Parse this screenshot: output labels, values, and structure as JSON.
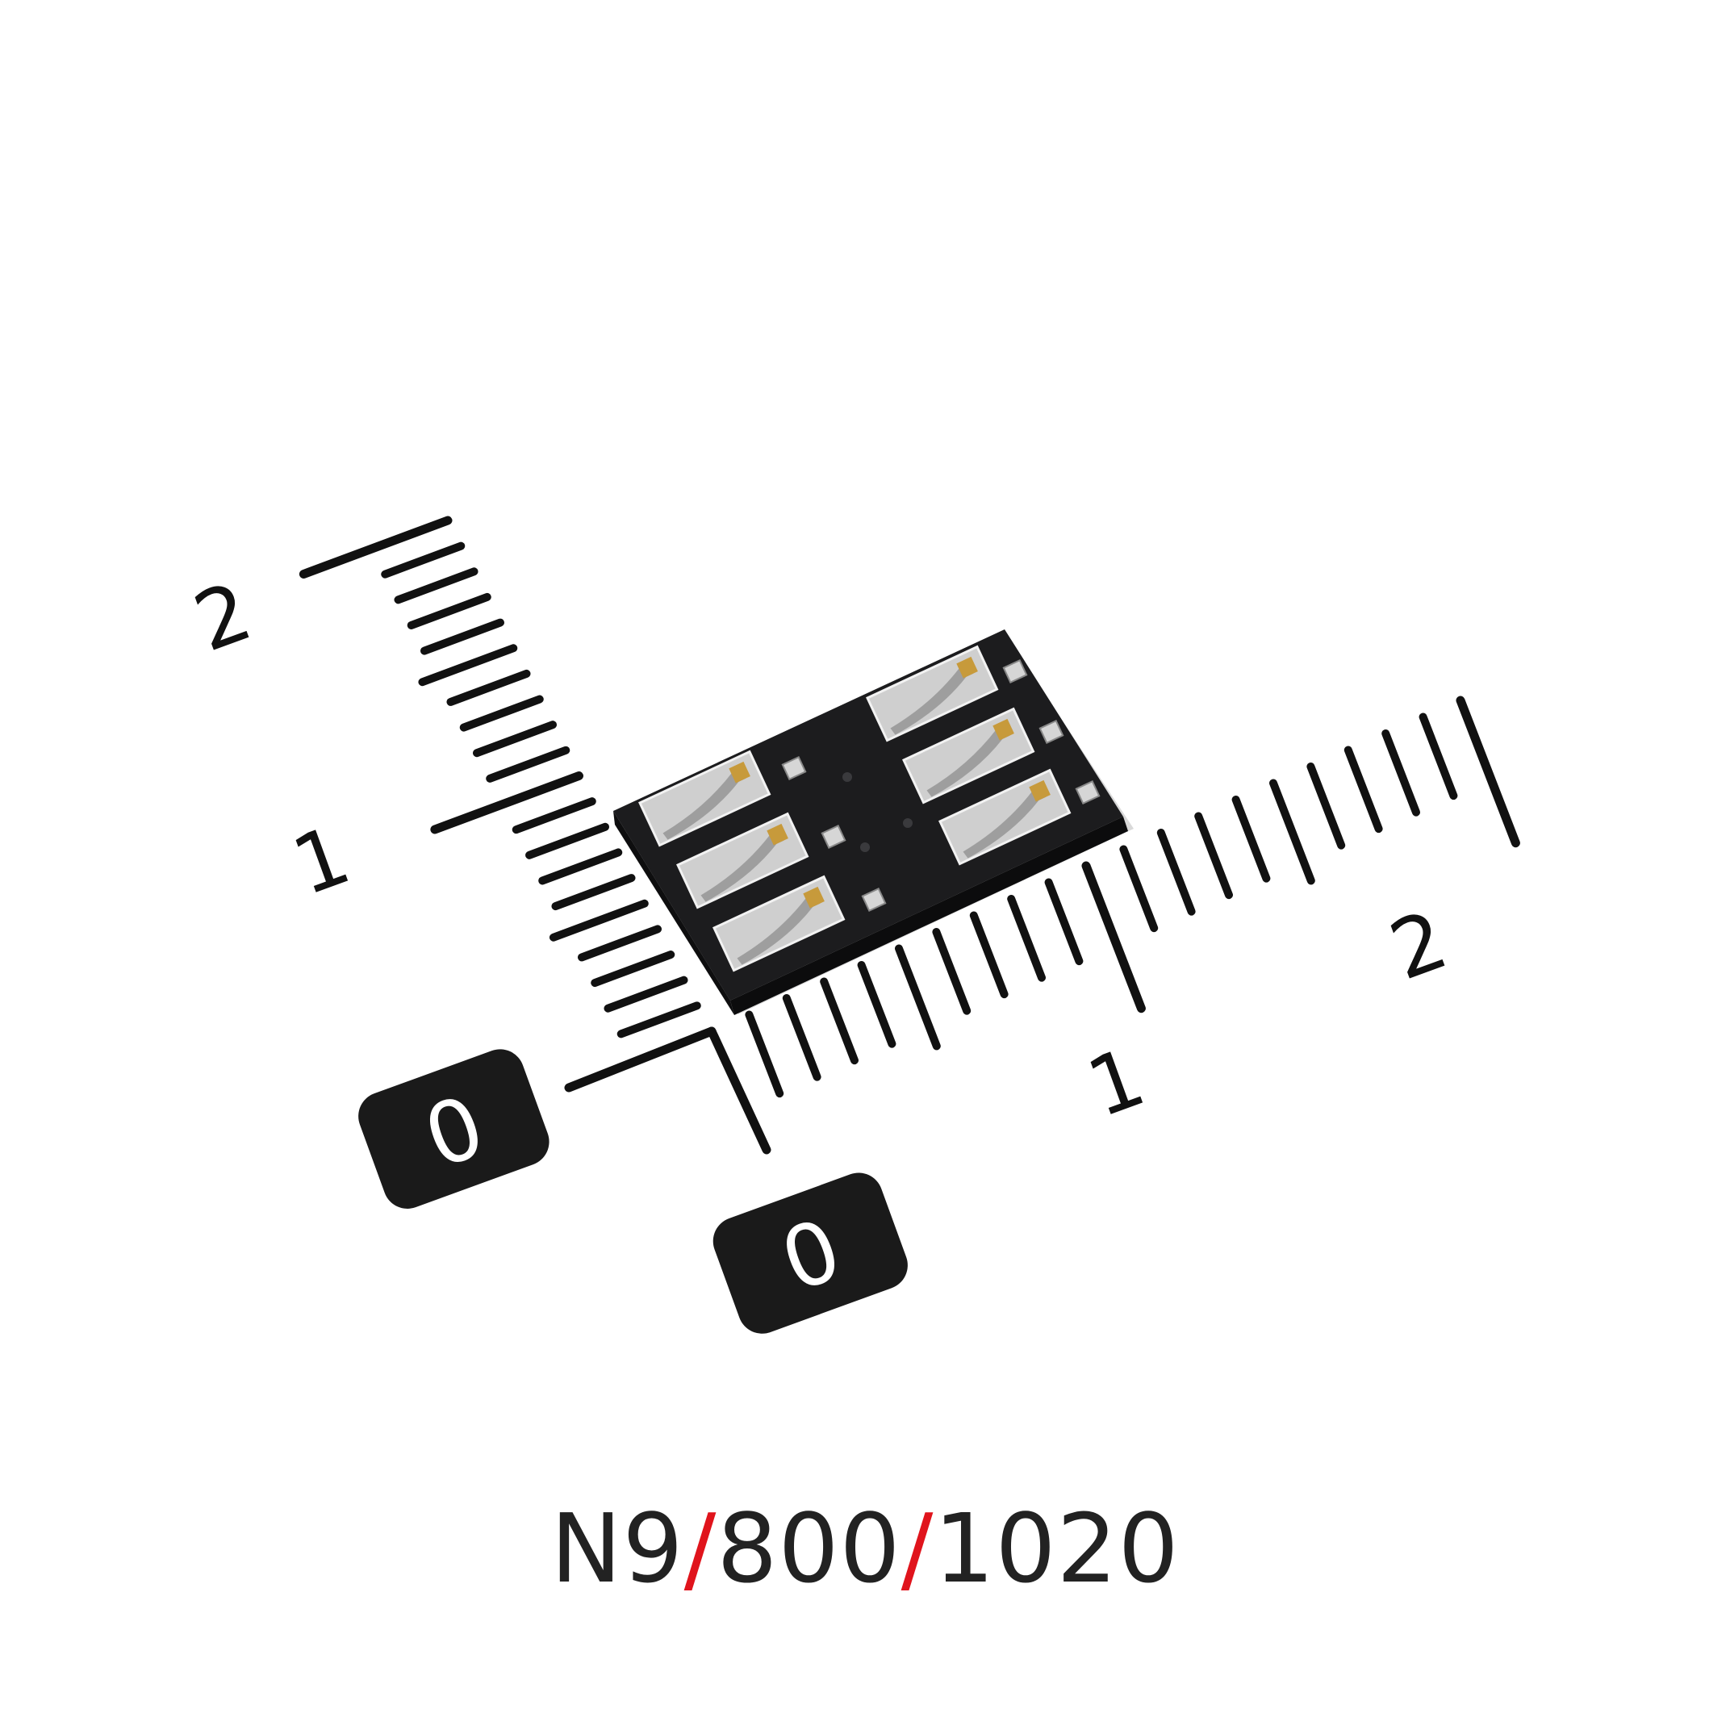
{
  "ruler": {
    "vertical_labels": [
      "2",
      "1"
    ],
    "horizontal_labels": [
      "1",
      "2"
    ],
    "origin_badges": [
      "0",
      "0"
    ]
  },
  "caption": {
    "parts": [
      "N9",
      "/",
      "800",
      "/",
      "1020"
    ]
  },
  "colors": {
    "background": "#ffffff",
    "ink": "#111111",
    "connector_body": "#1c1c1e",
    "contact_metal": "#c9c9c9",
    "contact_gold": "#c79a3b",
    "slash": "#e0141c",
    "caption_text": "#222222"
  }
}
